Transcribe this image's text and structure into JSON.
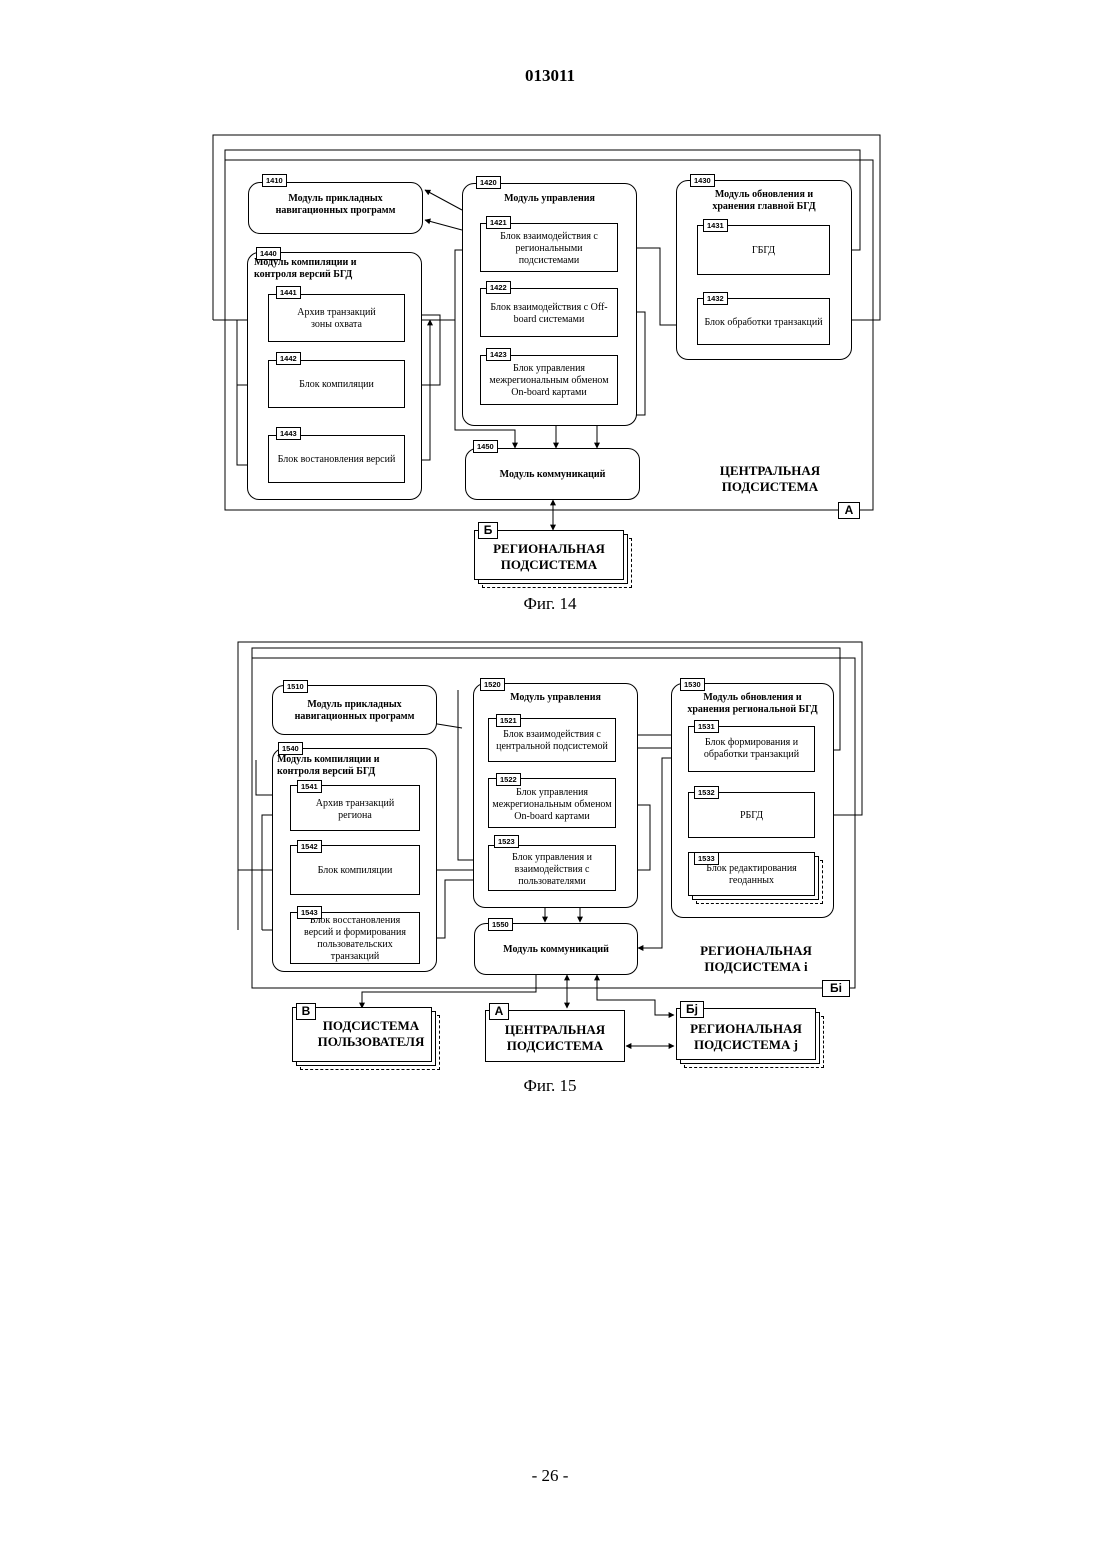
{
  "page": {
    "header": "013011",
    "footer": "- 26 -"
  },
  "fig14": {
    "caption": "Фиг. 14",
    "system_label": "ЦЕНТРАЛЬНАЯ\nПОДСИСТЕМА",
    "system_corner": "А",
    "module_1410": {
      "tag": "1410",
      "title": "Модуль прикладных\nнавигационных программ"
    },
    "module_1420": {
      "tag": "1420",
      "title": "Модуль управления"
    },
    "block_1421": {
      "tag": "1421",
      "text": "Блок взаимодействия с\nрегиональными\nподсистемами"
    },
    "block_1422": {
      "tag": "1422",
      "text": "Блок взаимодействия с  Off-\nboard системами"
    },
    "block_1423": {
      "tag": "1423",
      "text": "Блок управления\nмежрегиональным обменом\nOn-board картами"
    },
    "module_1430": {
      "tag": "1430",
      "title": "Модуль обновления и\nхранения главной БГД"
    },
    "block_1431": {
      "tag": "1431",
      "text": "ГБГД"
    },
    "block_1432": {
      "tag": "1432",
      "text": "Блок обработки транзакций"
    },
    "module_1440": {
      "tag": "1440",
      "title": "Модуль компиляции и\nконтроля версий БГД"
    },
    "block_1441": {
      "tag": "1441",
      "text": "Архив транзакций\nзоны охвата"
    },
    "block_1442": {
      "tag": "1442",
      "text": "Блок компиляции"
    },
    "block_1443": {
      "tag": "1443",
      "text": "Блок востановления версий"
    },
    "module_1450": {
      "tag": "1450",
      "title": "Модуль коммуникаций"
    },
    "regional": {
      "corner": "Б",
      "label": "РЕГИОНАЛЬНАЯ\nПОДСИСТЕМА"
    }
  },
  "fig15": {
    "caption": "Фиг. 15",
    "system_label": "РЕГИОНАЛЬНАЯ\nПОДСИСТЕМА i",
    "system_corner": "Бi",
    "module_1510": {
      "tag": "1510",
      "title": "Модуль прикладных\nнавигационных программ"
    },
    "module_1520": {
      "tag": "1520",
      "title": "Модуль управления"
    },
    "block_1521": {
      "tag": "1521",
      "text": "Блок взаимодействия с\nцентральной подсистемой"
    },
    "block_1522": {
      "tag": "1522",
      "text": "Блок управления\nмежрегиональным обменом\nOn-board картами"
    },
    "block_1523": {
      "tag": "1523",
      "text": "Блок управления и\nвзаимодействия с\nпользователями"
    },
    "module_1530": {
      "tag": "1530",
      "title": "Модуль обновления и\nхранения региональной БГД"
    },
    "block_1531": {
      "tag": "1531",
      "text": "Блок формирования и\nобработки транзакций"
    },
    "block_1532": {
      "tag": "1532",
      "text": "РБГД"
    },
    "block_1533": {
      "tag": "1533",
      "text": "Блок редактирования\nгеоданных"
    },
    "module_1540": {
      "tag": "1540",
      "title": "Модуль компиляции и\nконтроля версий БГД"
    },
    "block_1541": {
      "tag": "1541",
      "text": "Архив транзакций\nрегиона"
    },
    "block_1542": {
      "tag": "1542",
      "text": "Блок компиляции"
    },
    "block_1543": {
      "tag": "1543",
      "text": "Блок восстановления\nверсий и формирования\nпользовательских\nтранзакций"
    },
    "module_1550": {
      "tag": "1550",
      "title": "Модуль коммуникаций"
    },
    "user": {
      "corner": "В",
      "label": "ПОДСИСТЕМА\nПОЛЬЗОВАТЕЛЯ"
    },
    "central": {
      "corner": "А",
      "label": "ЦЕНТРАЛЬНАЯ\nПОДСИСТЕМА"
    },
    "regional_j": {
      "corner": "Бj",
      "label": "РЕГИОНАЛЬНАЯ\nПОДСИСТЕМА j"
    }
  }
}
